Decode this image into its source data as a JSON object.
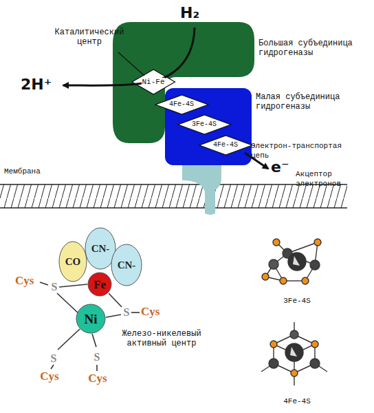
{
  "diagram": {
    "nodes": [
      {
        "text": [
          "Большая субъединица гидрогеназы"
        ]
      },
      {
        "text": [
          "Ni-Fe"
        ],
        "in": 0
      },
      {
        "text": [
          "Малая субъединица гидрогеназы"
        ]
      },
      {
        "text": [
          "4Fe-4S"
        ],
        "in": 2
      },
      {
        "text": [
          "3Fe-4S"
        ],
        "in": 2
      },
      {
        "text": [
          "4Fe-4S"
        ],
        "in": 2
      },
      {
        "text": [
          "CO"
        ]
      },
      {
        "text": [
          "CN-"
        ]
      },
      {
        "text": [
          "CN-"
        ]
      },
      {
        "text": [
          "Fe"
        ]
      },
      {
        "text": [
          "Ni"
        ]
      }
    ],
    "labels": [
      "Каталитический центр",
      "H₂",
      "2H⁺",
      "Электрон-транспортая цепь",
      "e⁻",
      "Акцептор электронов",
      "Мембрана",
      "Cys",
      "S",
      "S",
      "Cys",
      "Железо-никелевый активный центр",
      "S",
      "S",
      "Cys",
      "Cys",
      "3Fe-4S",
      "4Fe-4S"
    ]
  }
}
